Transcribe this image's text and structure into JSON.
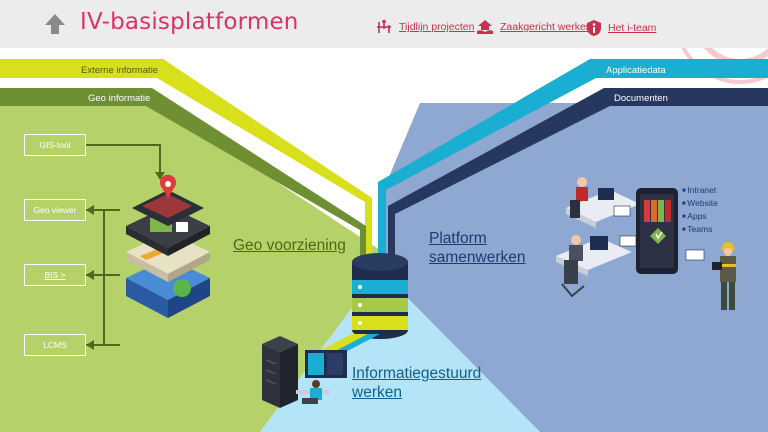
{
  "header": {
    "title": "IV-basisplatformen",
    "nav": [
      {
        "label": "Tijdlijn projecten",
        "icon": "timeline-icon"
      },
      {
        "label": "Zaakgericht werken",
        "icon": "hands-house-icon"
      },
      {
        "label": "Het i-team",
        "icon": "info-shield-icon"
      }
    ]
  },
  "bands": {
    "externe_informatie": "Externe informatie",
    "geo_informatie": "Geo informatie",
    "applicatiedata": "Applicatiedata",
    "documenten": "Documenten"
  },
  "geo_tools": [
    "GIS-tool",
    "Geo viewer",
    "BIS >",
    "LCMS"
  ],
  "areas": {
    "geo_voorziening": "Geo voorziening",
    "platform_line1": "Platform",
    "platform_line2": "samenwerken",
    "info_line1": "Informatiegestuurd",
    "info_line2": "werken"
  },
  "platform_items": [
    "Intranet",
    "Website",
    "Apps",
    "Teams"
  ],
  "colors": {
    "title": "#d83466",
    "link": "#c8314f",
    "geo_green": "#b5d16a",
    "platform_blue": "#8ea8d2",
    "info_cyan": "#b3e4f8",
    "band_yellow": "#d7e01a",
    "band_olive": "#6e8f32",
    "band_cyan": "#1aaed3",
    "band_navy": "#263760"
  }
}
